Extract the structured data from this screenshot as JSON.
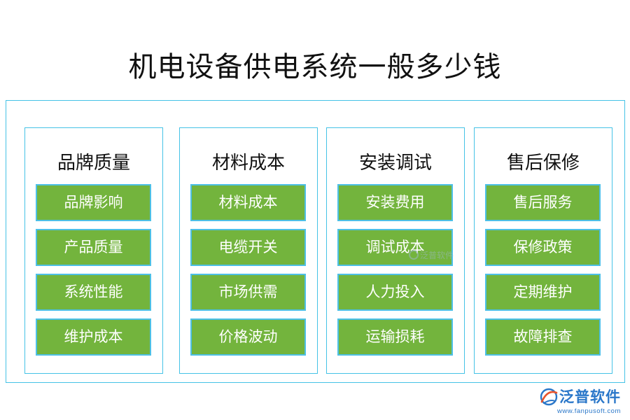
{
  "title": "机电设备供电系统一般多少钱",
  "columns": [
    {
      "heading": "品牌质量",
      "items": [
        "品牌影响",
        "产品质量",
        "系统性能",
        "维护成本"
      ]
    },
    {
      "heading": "材料成本",
      "items": [
        "材料成本",
        "电缆开关",
        "市场供需",
        "价格波动"
      ]
    },
    {
      "heading": "安装调试",
      "items": [
        "安装费用",
        "调试成本",
        "人力投入",
        "运输损耗"
      ]
    },
    {
      "heading": "售后保修",
      "items": [
        "售后服务",
        "保修政策",
        "定期维护",
        "故障排查"
      ]
    }
  ],
  "watermark": "泛普软件",
  "brand": {
    "name": "泛普软件",
    "url": "www.fanpusoft.com"
  },
  "colors": {
    "frame_border": "#45c3e6",
    "item_fill": "#73b43d",
    "item_border": "#4dc0e6",
    "item_text": "#ffffff",
    "brand": "#2a77c9"
  }
}
